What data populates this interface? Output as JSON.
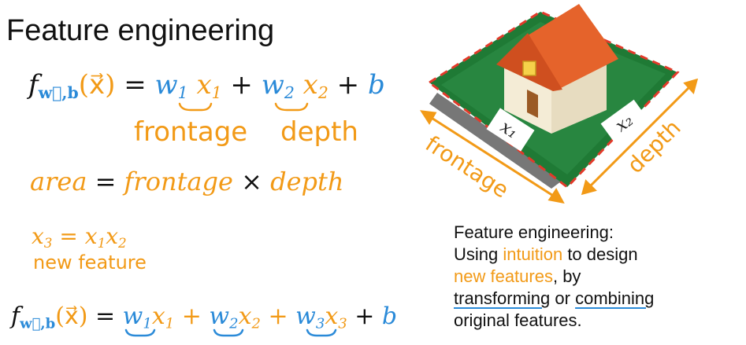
{
  "title": "Feature engineering",
  "eq1": {
    "f": "f",
    "f_sub": "w⃗,b",
    "arg": "(x⃗)",
    "eq": "=",
    "w1": "w",
    "w1_sub": "1",
    "x1": "x",
    "x1_sub": "1",
    "plus1": "+",
    "w2": "w",
    "w2_sub": "2",
    "x2": "x",
    "x2_sub": "2",
    "plus2": "+",
    "b": "b"
  },
  "labels": {
    "frontage": "frontage",
    "depth": "depth"
  },
  "eq2": {
    "area": "area",
    "eq": "=",
    "frontage": "frontage",
    "times": "×",
    "depth": "depth"
  },
  "eq3": {
    "x3": "x",
    "x3_sub": "3",
    "eq": "=",
    "x1": "x",
    "x1_sub": "1",
    "x2": "x",
    "x2_sub": "2",
    "note": "new feature"
  },
  "eq4": {
    "f": "f",
    "f_sub": "w⃗,b",
    "arg": "(x⃗)",
    "eq": "=",
    "w1": "w",
    "w1_sub": "1",
    "x1": "x",
    "x1_sub": "1",
    "plus1": "+",
    "w2": "w",
    "w2_sub": "2",
    "x2": "x",
    "x2_sub": "2",
    "plus2": "+",
    "w3": "w",
    "w3_sub": "3",
    "x3": "x",
    "x3_sub": "3",
    "plus3": "+",
    "b": "b"
  },
  "illustration": {
    "x1_label": "x₁",
    "x2_label": "x₂",
    "frontage_label": "frontage",
    "depth_label": "depth"
  },
  "caption": {
    "line1": "Feature engineering:",
    "line2_a": "Using ",
    "line2_b": "intuition",
    "line2_c": " to design",
    "line3_a": "new features",
    "line3_b": ", by",
    "line4_a": "transforming",
    "line4_b": " or ",
    "line4_c": "combining",
    "line5": "original features."
  },
  "colors": {
    "blue": "#2a8ad8",
    "orange": "#f29a17",
    "grass": "#1f7a35",
    "roof": "#e5632b",
    "wall": "#f4ecd6"
  }
}
